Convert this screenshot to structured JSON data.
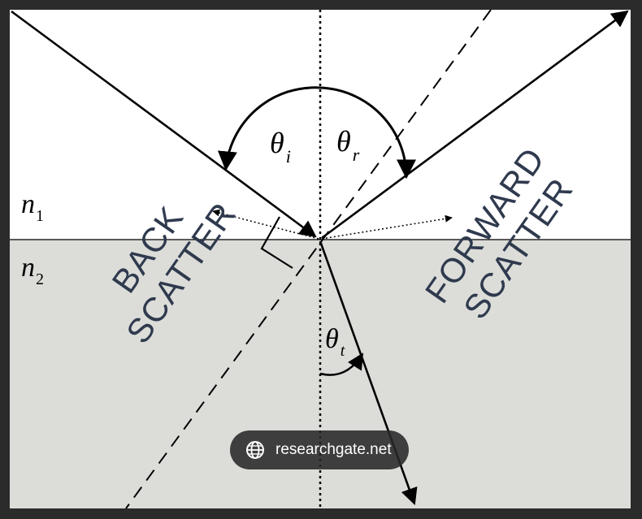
{
  "media": {
    "n1": {
      "base": "n",
      "sub": "1"
    },
    "n2": {
      "base": "n",
      "sub": "2"
    }
  },
  "angles": {
    "incident": {
      "base": "θ",
      "sub": "i"
    },
    "reflected": {
      "base": "θ",
      "sub": "r"
    },
    "transmitted": {
      "base": "θ",
      "sub": "t"
    }
  },
  "scatter_labels": {
    "back": [
      "BACK",
      "SCATTER"
    ],
    "forward": [
      "FORWARD",
      "SCATTER"
    ]
  },
  "watermark": {
    "text": "researchgate.net",
    "icon": "globe-icon"
  },
  "colors": {
    "frame": "#2b2b2b",
    "upper_medium": "#ffffff",
    "lower_medium": "#dcddd9",
    "line": "#000000",
    "label_text": "#2f3a4e"
  }
}
